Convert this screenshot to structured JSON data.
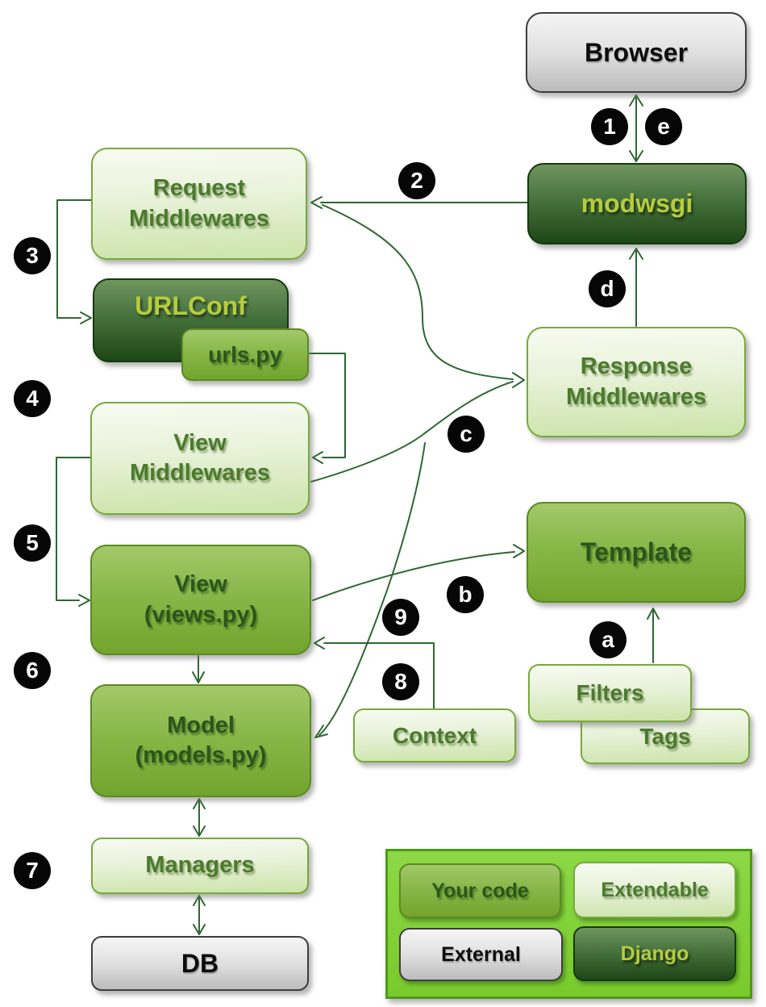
{
  "diagram": {
    "background": "#ffffff",
    "arrow_color": "#2d6830",
    "badge_colors": {
      "background": "#060606",
      "text": "#ffffff"
    },
    "node_type_colors": {
      "your_code": "#87b647",
      "extendable": "#eaf3dc",
      "external": "#e0e0e0",
      "django": "#2e5c24"
    },
    "nodes": {
      "browser": {
        "label": "Browser",
        "type": "external"
      },
      "modwsgi": {
        "label": "modwsgi",
        "type": "django"
      },
      "request_middlewares": {
        "line1": "Request",
        "line2": "Middlewares",
        "type": "extendable"
      },
      "urlconf": {
        "label": "URLConf",
        "type": "django"
      },
      "urls_py": {
        "label": "urls.py",
        "type": "your_code"
      },
      "view_middlewares": {
        "line1": "View",
        "line2": "Middlewares",
        "type": "extendable"
      },
      "view": {
        "line1": "View",
        "line2": "(views.py)",
        "type": "your_code"
      },
      "model": {
        "line1": "Model",
        "line2": "(models.py)",
        "type": "your_code"
      },
      "managers": {
        "label": "Managers",
        "type": "extendable"
      },
      "db": {
        "label": "DB",
        "type": "external"
      },
      "response_middlewares": {
        "line1": "Response",
        "line2": "Middlewares",
        "type": "extendable"
      },
      "template": {
        "label": "Template",
        "type": "your_code"
      },
      "filters": {
        "label": "Filters",
        "type": "extendable"
      },
      "tags": {
        "label": "Tags",
        "type": "extendable"
      },
      "context": {
        "label": "Context",
        "type": "extendable"
      }
    },
    "badges": {
      "b1": "1",
      "b2": "2",
      "b3": "3",
      "b4": "4",
      "b5": "5",
      "b6": "6",
      "b7": "7",
      "b8": "8",
      "b9": "9",
      "ba": "a",
      "bb": "b",
      "bc": "c",
      "bd": "d",
      "be": "e"
    },
    "edges": [
      {
        "from": "browser",
        "to": "modwsgi",
        "bidirectional": true,
        "badges": [
          "1",
          "e"
        ]
      },
      {
        "from": "modwsgi",
        "to": "request_middlewares",
        "badges": [
          "2"
        ]
      },
      {
        "from": "request_middlewares",
        "to": "urlconf",
        "badges": [
          "3"
        ]
      },
      {
        "from": "urls_py",
        "to": "view_middlewares",
        "badges": [
          "4"
        ]
      },
      {
        "from": "view_middlewares",
        "to": "view",
        "badges": [
          "5"
        ]
      },
      {
        "from": "view",
        "to": "model",
        "badges": [
          "6"
        ]
      },
      {
        "from": "model",
        "to": "managers",
        "bidirectional": true,
        "badges": [
          "7"
        ]
      },
      {
        "from": "managers",
        "to": "db",
        "bidirectional": true,
        "badges": [
          "7"
        ]
      },
      {
        "from": "context",
        "to": "view",
        "badges": [
          "8",
          "9"
        ]
      },
      {
        "from": "request_middlewares",
        "to": "response_middlewares",
        "badges": []
      },
      {
        "from": "view_middlewares",
        "to": "response_middlewares",
        "badges": [
          "c"
        ]
      },
      {
        "from": "response_middlewares_junction",
        "to": "model",
        "badges": [
          "9"
        ]
      },
      {
        "from": "view",
        "to": "template",
        "badges": [
          "b"
        ]
      },
      {
        "from": "filters",
        "to": "template",
        "badges": [
          "a"
        ]
      },
      {
        "from": "response_middlewares",
        "to": "modwsgi",
        "badges": [
          "d"
        ]
      }
    ],
    "legend": {
      "items": [
        {
          "label": "Your code",
          "type": "your_code"
        },
        {
          "label": "Extendable",
          "type": "extendable"
        },
        {
          "label": "External",
          "type": "external"
        },
        {
          "label": "Django",
          "type": "django"
        }
      ]
    }
  }
}
